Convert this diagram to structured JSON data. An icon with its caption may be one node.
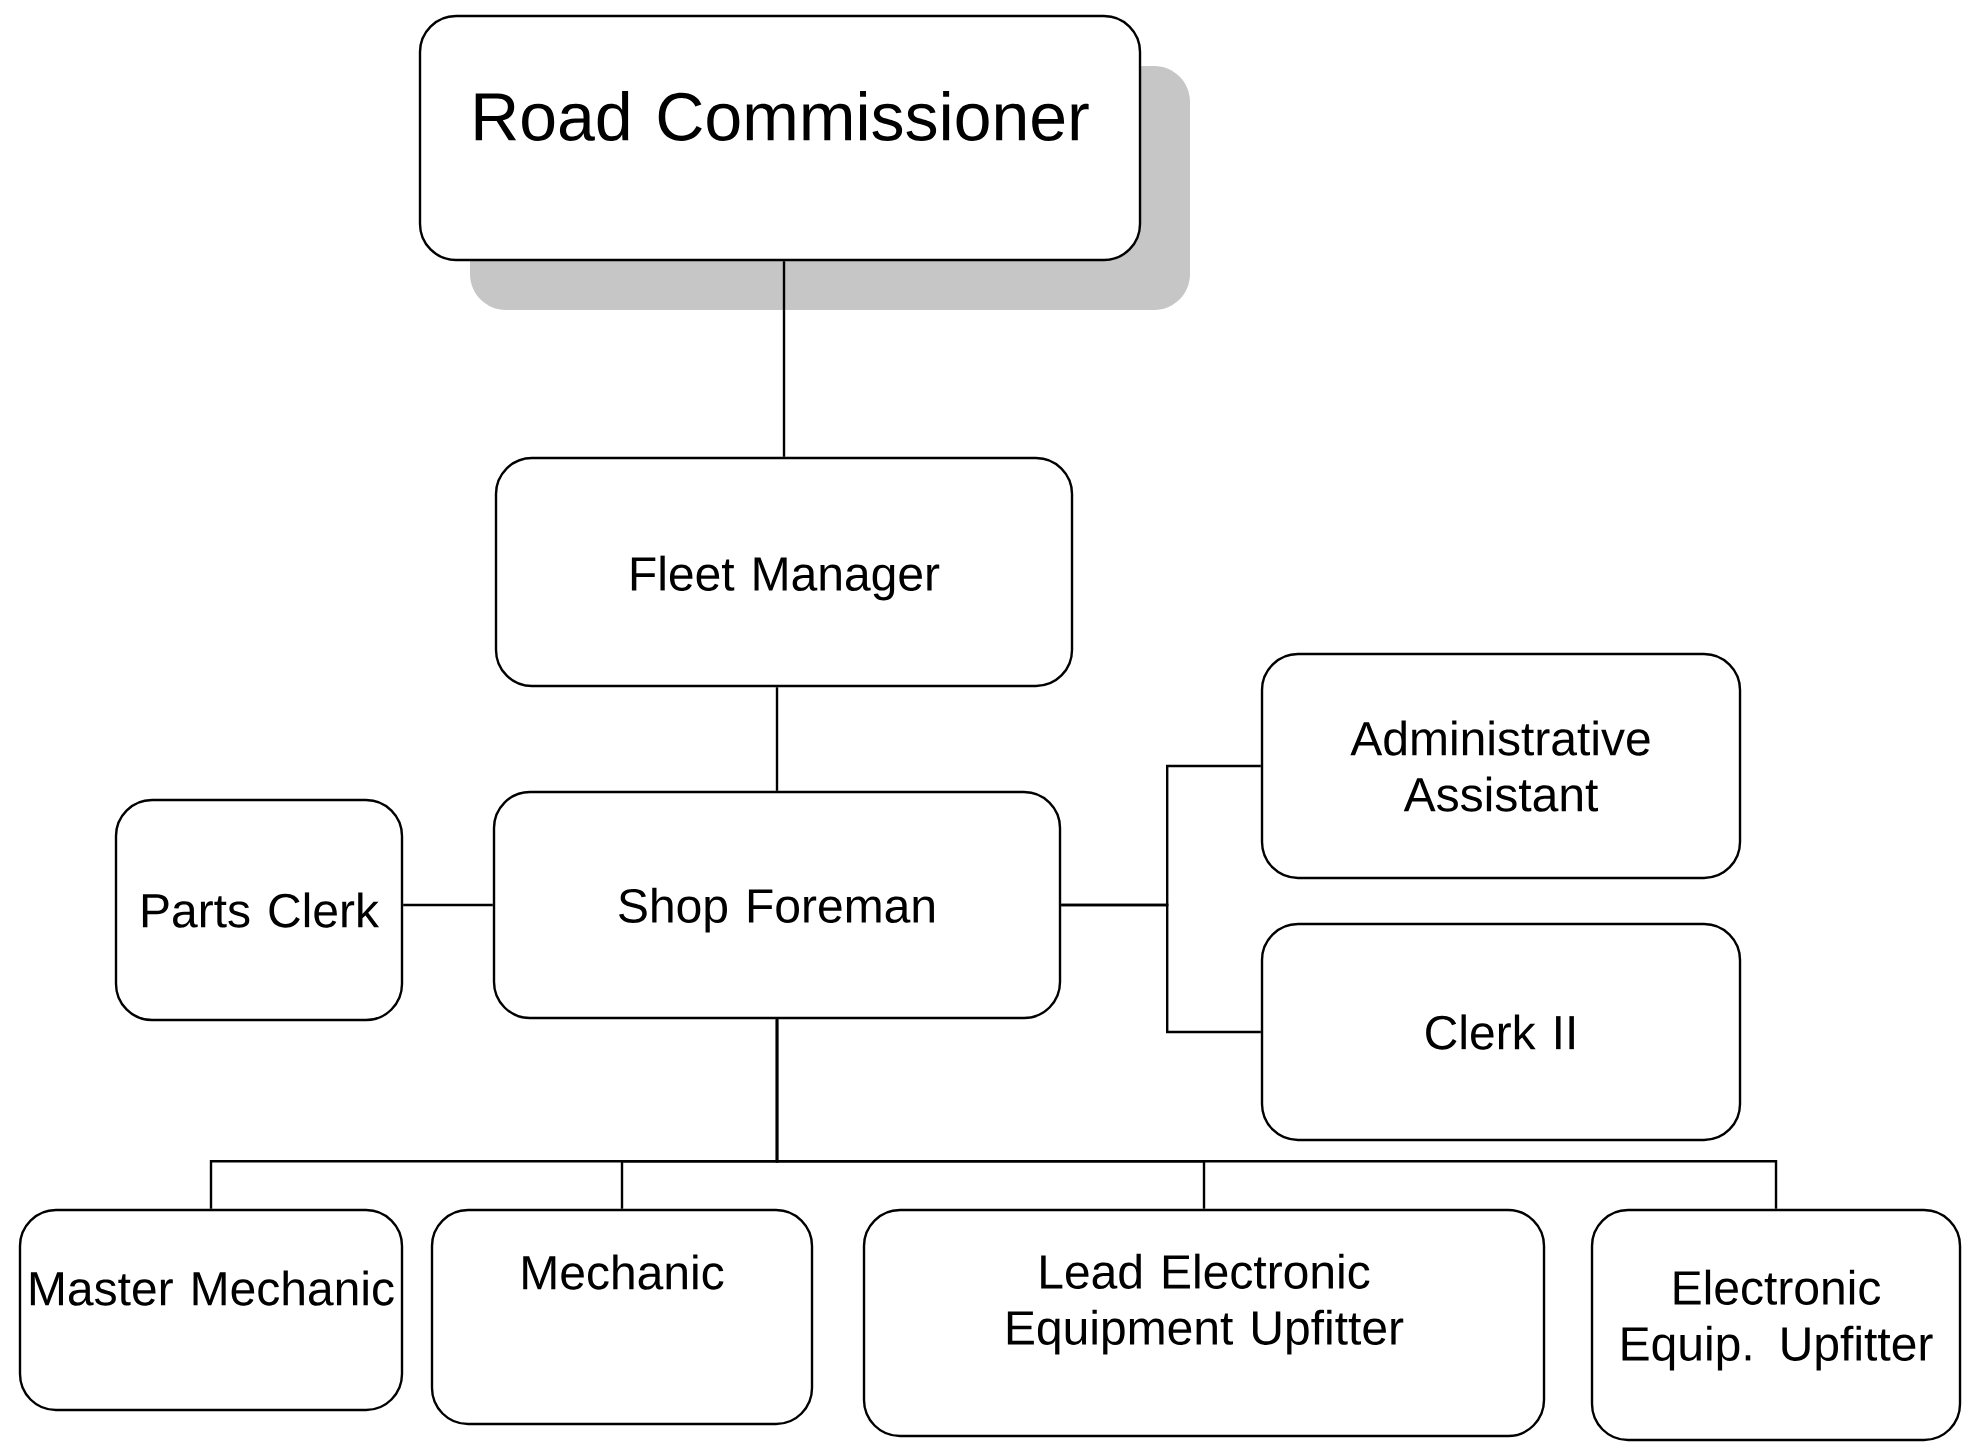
{
  "diagram": {
    "nodes": [
      {
        "text": [
          "Road Commissioner"
        ]
      },
      {
        "text": [
          "Fleet Manager"
        ]
      },
      {
        "text": [
          "Parts Clerk"
        ]
      },
      {
        "text": [
          "Shop Foreman"
        ]
      },
      {
        "text": [
          "Administrative Assistant"
        ]
      },
      {
        "text": [
          "Clerk II"
        ]
      },
      {
        "text": [
          "Master Mechanic"
        ]
      },
      {
        "text": [
          "Mechanic"
        ]
      },
      {
        "text": [
          "Lead Electronic Equipment Upfitter"
        ]
      },
      {
        "text": [
          "Electronic Equip. Upfitter"
        ]
      }
    ],
    "edges": [
      {
        "from": 0,
        "to": 1,
        "arrow": "none"
      },
      {
        "from": 1,
        "to": 3,
        "arrow": "none"
      },
      {
        "from": 3,
        "to": 2,
        "arrow": "none"
      },
      {
        "from": 3,
        "to": 4,
        "arrow": "none"
      },
      {
        "from": 3,
        "to": 5,
        "arrow": "none"
      },
      {
        "from": 3,
        "to": 6,
        "arrow": "none"
      },
      {
        "from": 3,
        "to": 7,
        "arrow": "none"
      },
      {
        "from": 3,
        "to": 8,
        "arrow": "none"
      },
      {
        "from": 3,
        "to": 9,
        "arrow": "none"
      }
    ]
  }
}
